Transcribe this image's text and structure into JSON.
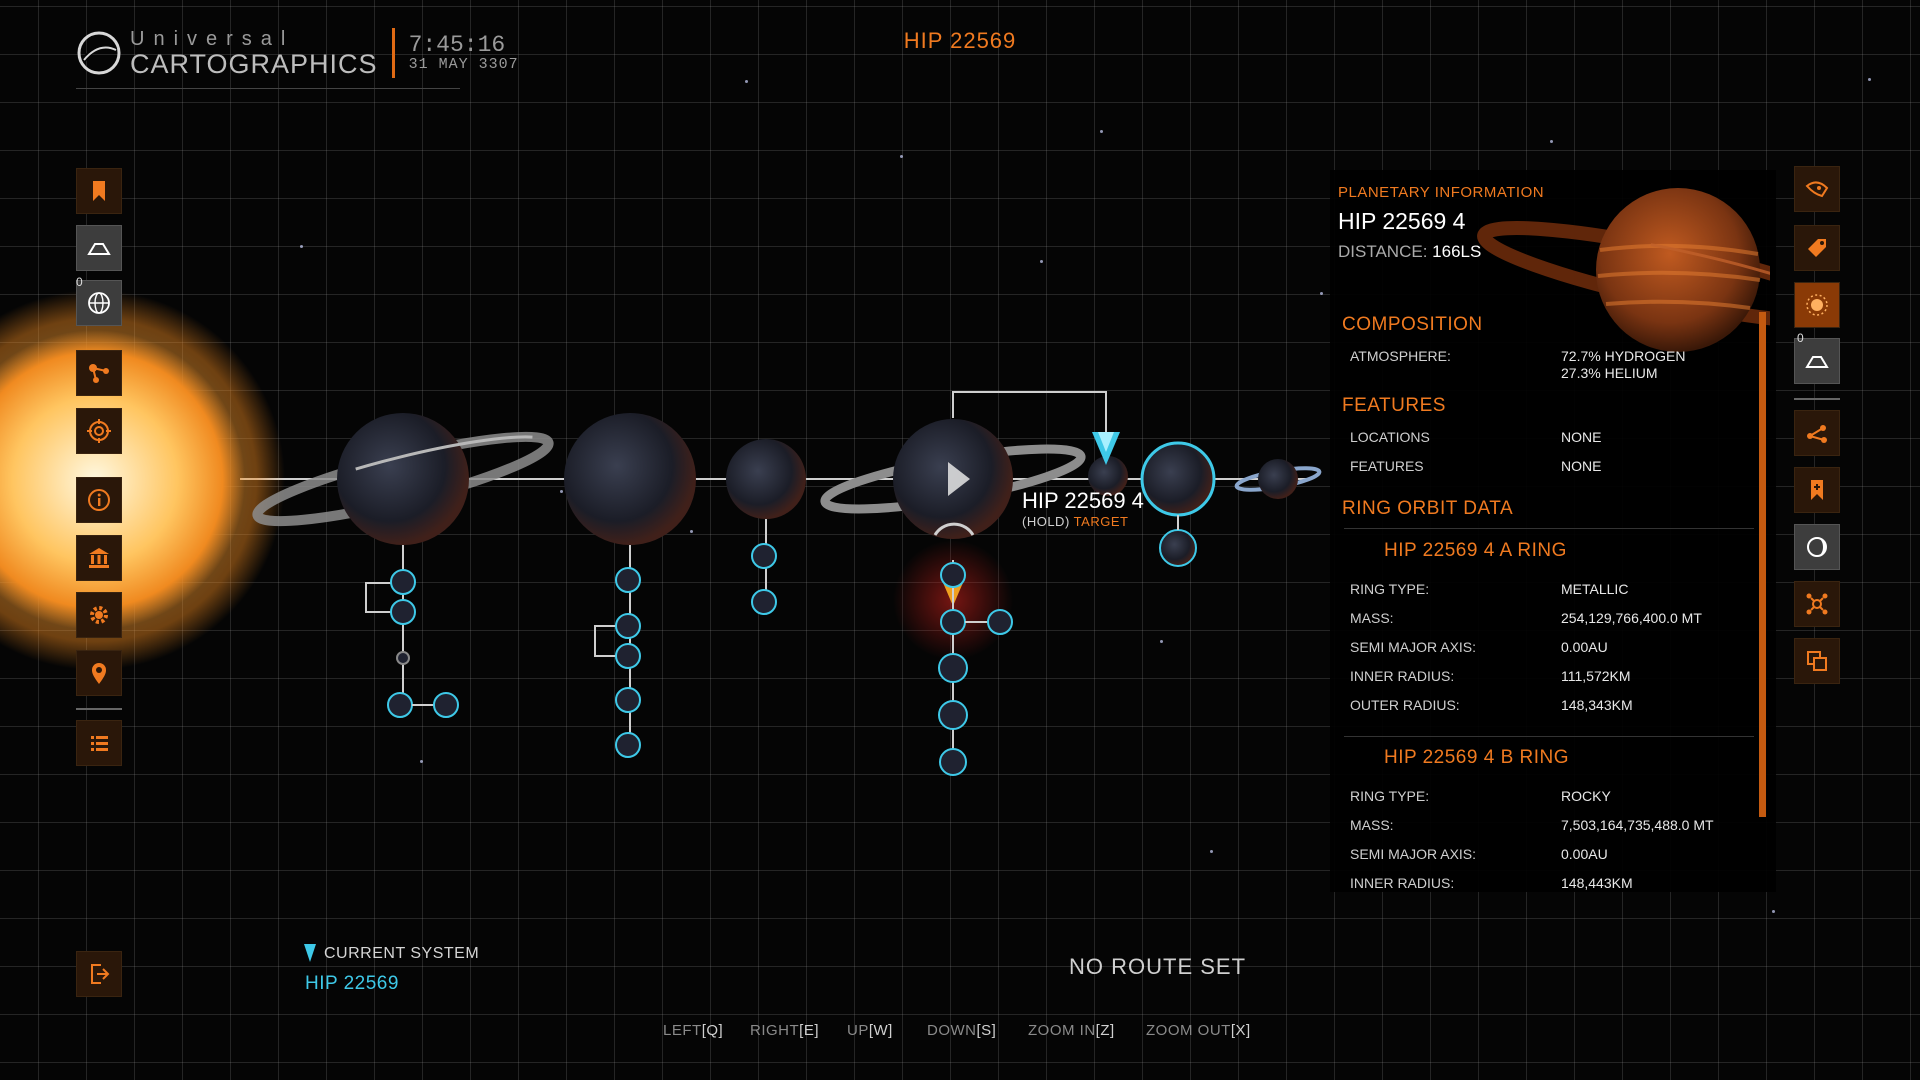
{
  "header": {
    "logo_sub": "Universal",
    "logo_main": "CARTOGRAPHICS",
    "time": "7:45:16",
    "date": "31 MAY 3307",
    "system_name": "HIP 22569"
  },
  "left_toolbar": {
    "items": [
      {
        "icon": "bookmark-icon"
      },
      {
        "icon": "landing-dome-icon"
      },
      {
        "icon": "globe-icon",
        "count": "0"
      },
      {
        "icon": "route-nodes-icon"
      },
      {
        "icon": "target-reticle-icon"
      },
      {
        "icon": "info-icon"
      },
      {
        "icon": "bank-icon"
      },
      {
        "icon": "settings-gear-icon"
      },
      {
        "icon": "location-pin-icon"
      },
      {
        "icon": "list-icon"
      }
    ],
    "exit_icon": "exit-icon"
  },
  "right_toolbar": {
    "items": [
      {
        "icon": "hand-info-icon"
      },
      {
        "icon": "tag-icon"
      },
      {
        "icon": "sun-icon"
      },
      {
        "icon": "landing-dome-icon",
        "count": "0"
      },
      {
        "icon": "route-nodes-icon"
      },
      {
        "icon": "bookmark-plus-icon"
      },
      {
        "icon": "moon-icon"
      },
      {
        "icon": "network-icon"
      },
      {
        "icon": "copy-icon"
      }
    ]
  },
  "target": {
    "name": "HIP 22569 4",
    "hint_key": "(HOLD)",
    "hint_action": "TARGET"
  },
  "panel": {
    "heading": "PLANETARY INFORMATION",
    "body_name": "HIP 22569 4",
    "distance_label": "DISTANCE:",
    "distance_value": "166LS",
    "composition_title": "COMPOSITION",
    "atmosphere_label": "ATMOSPHERE:",
    "atmosphere_value_1": "72.7% HYDROGEN",
    "atmosphere_value_2": "27.3% HELIUM",
    "features_title": "FEATURES",
    "locations_label": "LOCATIONS",
    "locations_value": "NONE",
    "features_label": "FEATURES",
    "features_value": "NONE",
    "ring_orbit_title": "RING ORBIT DATA",
    "rings": [
      {
        "title": "HIP 22569 4 A RING",
        "rows": [
          {
            "k": "RING TYPE:",
            "v": "METALLIC"
          },
          {
            "k": "MASS:",
            "v": "254,129,766,400.0 MT"
          },
          {
            "k": "SEMI MAJOR AXIS:",
            "v": "0.00AU"
          },
          {
            "k": "INNER RADIUS:",
            "v": "111,572KM"
          },
          {
            "k": "OUTER RADIUS:",
            "v": "148,343KM"
          }
        ]
      },
      {
        "title": "HIP 22569 4 B RING",
        "rows": [
          {
            "k": "RING TYPE:",
            "v": "ROCKY"
          },
          {
            "k": "MASS:",
            "v": "7,503,164,735,488.0 MT"
          },
          {
            "k": "SEMI MAJOR AXIS:",
            "v": "0.00AU"
          },
          {
            "k": "INNER RADIUS:",
            "v": "148,443KM"
          }
        ]
      }
    ]
  },
  "footer": {
    "current_system_label": "CURRENT SYSTEM",
    "current_system_name": "HIP 22569",
    "route_status": "NO ROUTE SET",
    "keys": [
      {
        "label": "LEFT",
        "key": "[Q]"
      },
      {
        "label": "RIGHT",
        "key": "[E]"
      },
      {
        "label": "UP",
        "key": "[W]"
      },
      {
        "label": "DOWN",
        "key": "[S]"
      },
      {
        "label": "ZOOM IN",
        "key": "[Z]"
      },
      {
        "label": "ZOOM OUT",
        "key": "[X]"
      }
    ]
  },
  "colors": {
    "accent": "#f07a20",
    "cyan": "#3ec9e8",
    "background": "#050505"
  }
}
